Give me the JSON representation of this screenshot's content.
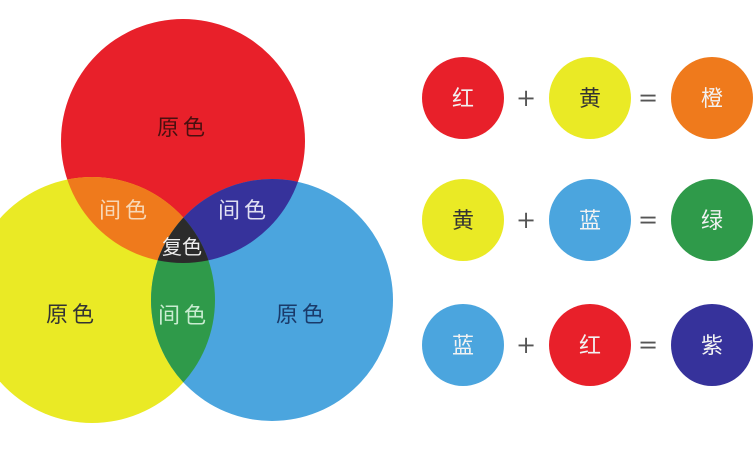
{
  "colors": {
    "red": "#e8202a",
    "yellow": "#eaea25",
    "blue": "#4ba5de",
    "orange": "#ef7a1c",
    "purple": "#36329b",
    "green": "#2f9a4a",
    "black": "#2b2b2b"
  },
  "venn": {
    "red_label": "原色",
    "yellow_label": "原色",
    "blue_label": "原色",
    "red_yellow_label": "间色",
    "red_blue_label": "间色",
    "yellow_blue_label": "间色",
    "center_label": "复色"
  },
  "equations": [
    {
      "a": "红",
      "a_color": "#e8202a",
      "b": "黄",
      "b_color": "#eaea25",
      "result": "橙",
      "result_color": "#ef7a1c",
      "plus": "+",
      "equals": "="
    },
    {
      "a": "黄",
      "a_color": "#eaea25",
      "b": "蓝",
      "b_color": "#4ba5de",
      "result": "绿",
      "result_color": "#2f9a4a",
      "plus": "+",
      "equals": "="
    },
    {
      "a": "蓝",
      "a_color": "#4ba5de",
      "b": "红",
      "b_color": "#e8202a",
      "result": "紫",
      "result_color": "#36329b",
      "plus": "+",
      "equals": "="
    }
  ]
}
